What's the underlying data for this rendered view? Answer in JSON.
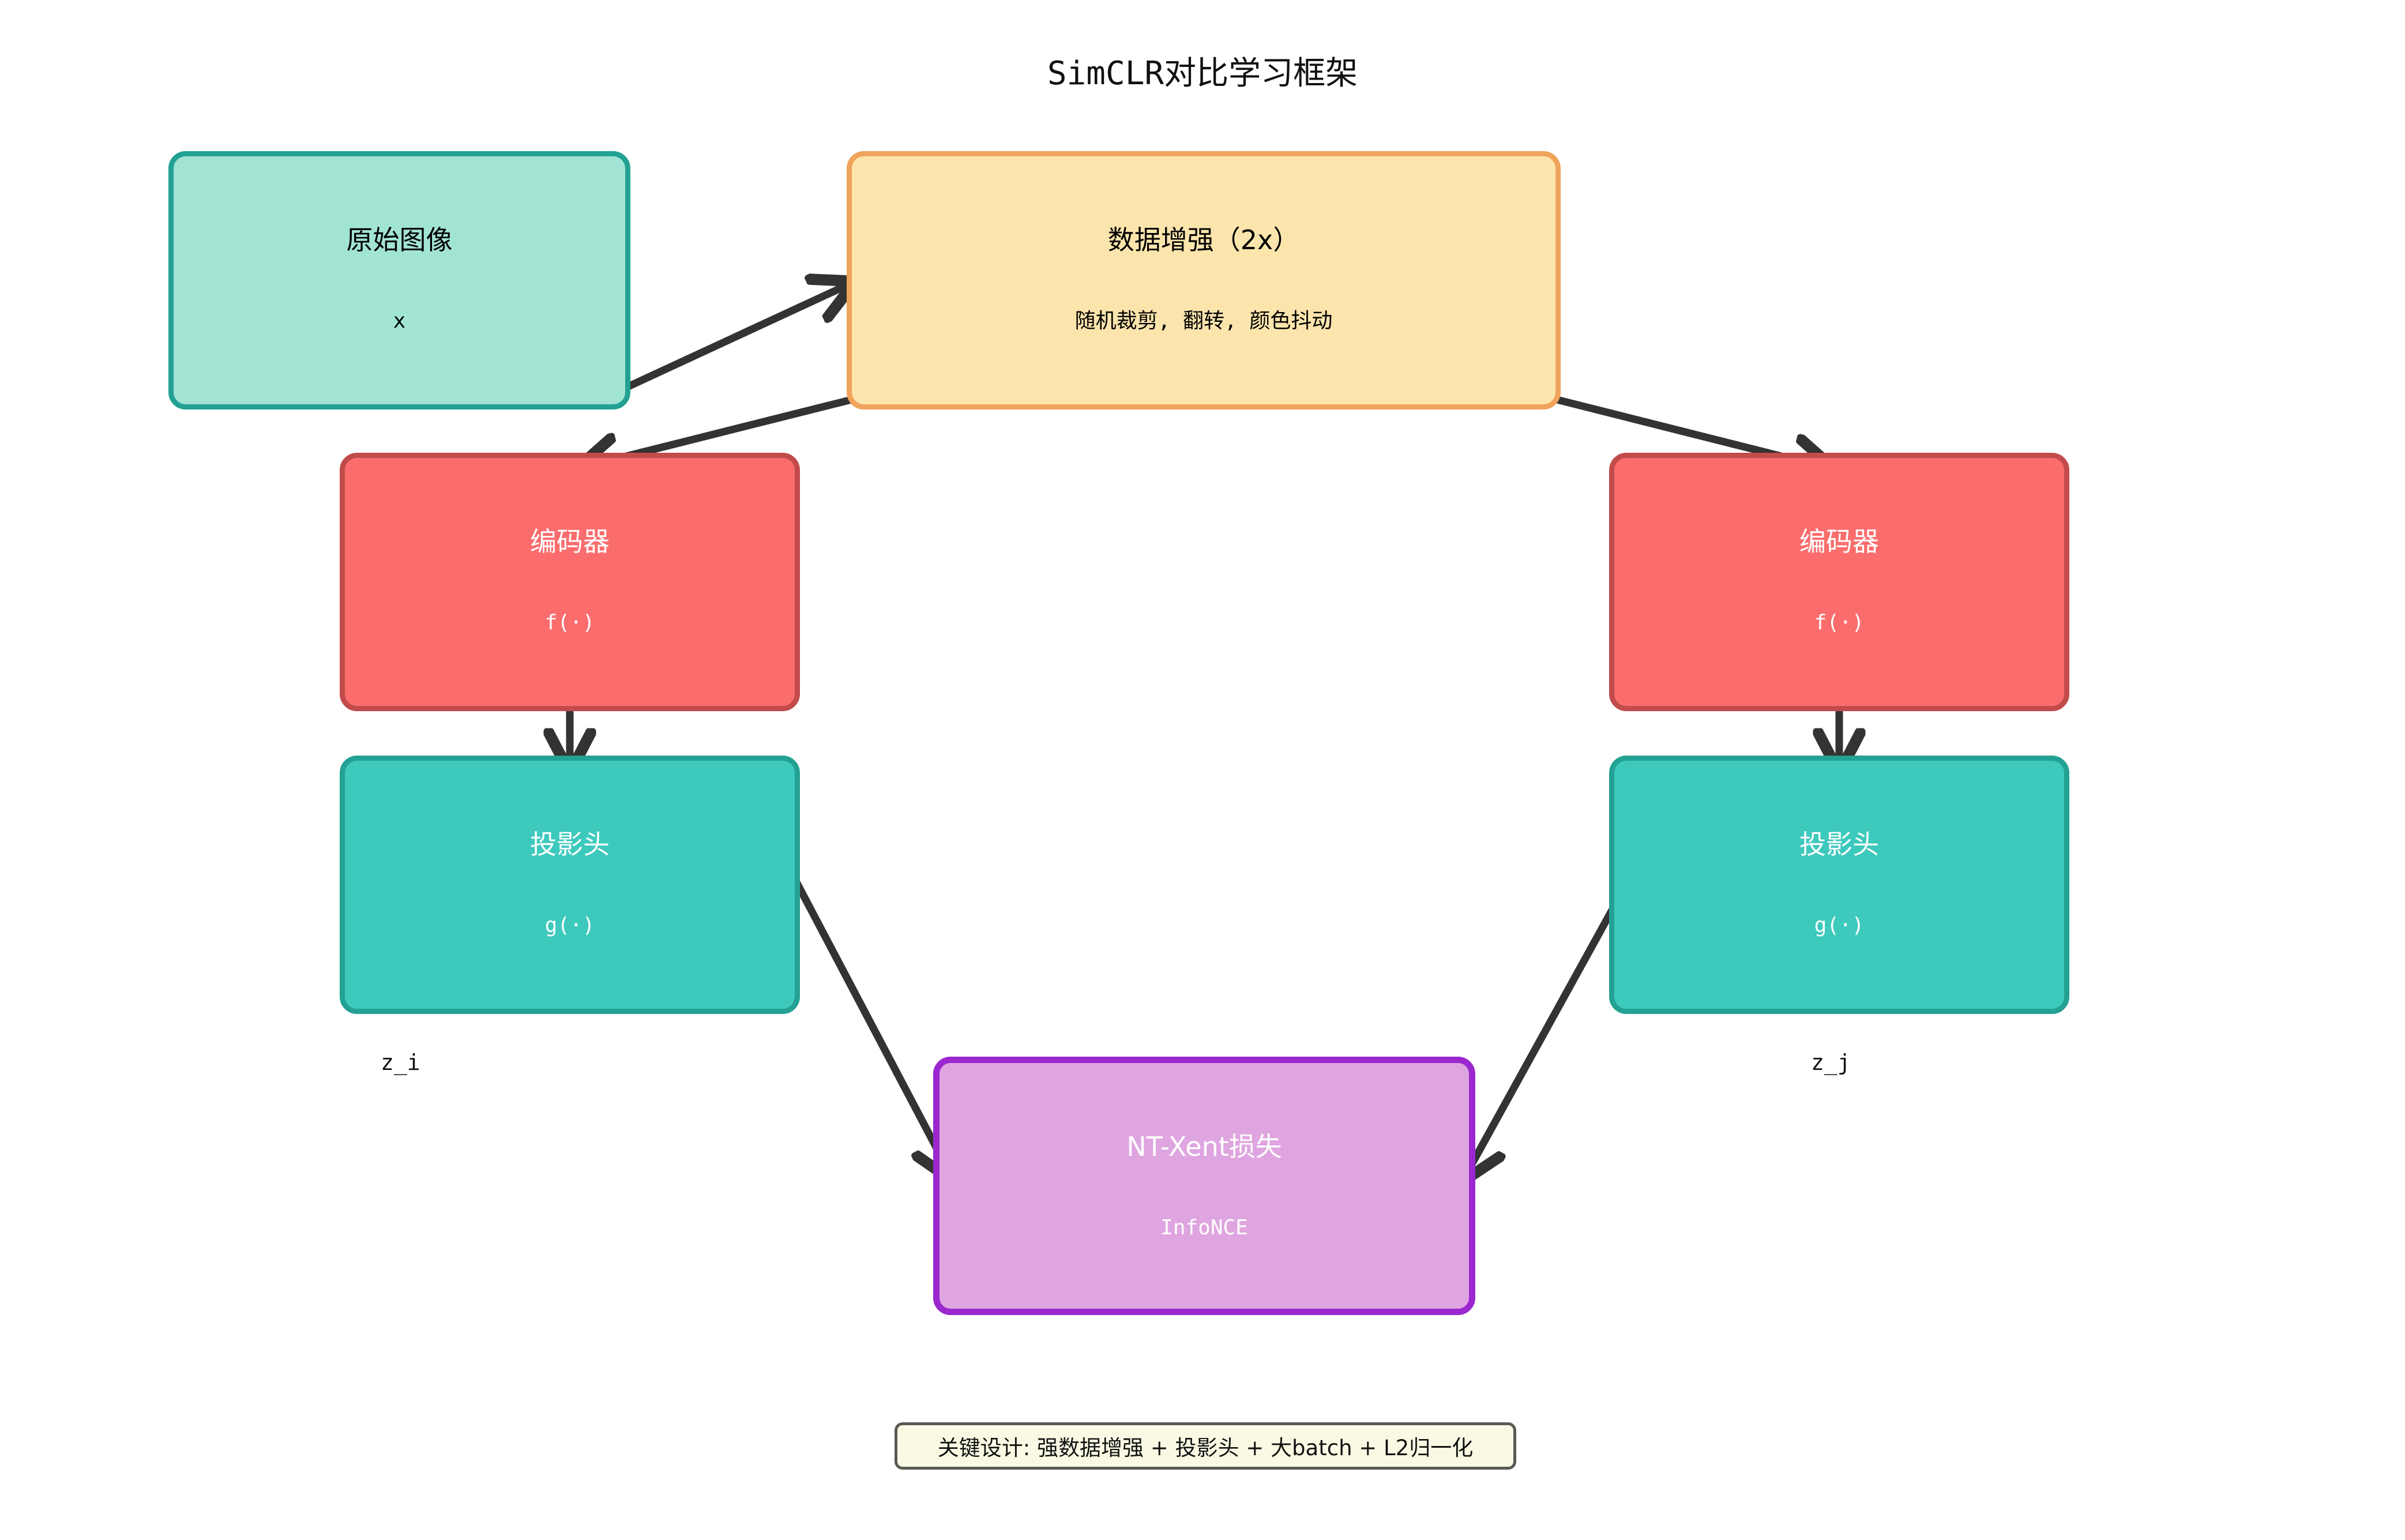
{
  "diagram": {
    "title": "SimCLR对比学习框架",
    "footer_note": "关键设计: 强数据增强 + 投影头 + 大batch + L2归一化",
    "nodes": {
      "original_image": {
        "title": "原始图像",
        "sub": "x",
        "fill": "#A2E4D4",
        "stroke": "#23A193"
      },
      "augmentation": {
        "title": "数据增强（2x）",
        "sub": "随机裁剪, 翻转, 颜色抖动",
        "fill": "#FCE5AC",
        "stroke": "#F0A35C"
      },
      "encoder_left": {
        "title": "编码器",
        "sub": "f(·)",
        "fill": "#FB6D6D",
        "stroke": "#C24B4B"
      },
      "encoder_right": {
        "title": "编码器",
        "sub": "f(·)",
        "fill": "#FB6D6D",
        "stroke": "#C24B4B"
      },
      "projection_left": {
        "title": "投影头",
        "sub": "g(·)",
        "fill": "#3EC9BD",
        "stroke": "#23A193"
      },
      "projection_right": {
        "title": "投影头",
        "sub": "g(·)",
        "fill": "#3EC9BD",
        "stroke": "#23A193"
      },
      "loss": {
        "title": "NT-Xent损失",
        "sub": "InfoNCE",
        "fill": "#DFA5E0",
        "stroke": "#9A28CE"
      }
    },
    "labels": {
      "z_i": "z_i",
      "z_j": "z_j"
    },
    "edges": [
      {
        "name": "original-to-augmentation",
        "from": "original_image",
        "to": "augmentation"
      },
      {
        "name": "augmentation-to-encoder-left",
        "from": "augmentation",
        "to": "encoder_left"
      },
      {
        "name": "augmentation-to-encoder-right",
        "from": "augmentation",
        "to": "encoder_right"
      },
      {
        "name": "encoder-left-to-projection-left",
        "from": "encoder_left",
        "to": "projection_left"
      },
      {
        "name": "encoder-right-to-projection-right",
        "from": "encoder_right",
        "to": "projection_right"
      },
      {
        "name": "projection-left-to-loss",
        "from": "projection_left",
        "to": "loss"
      },
      {
        "name": "projection-right-to-loss",
        "from": "projection_right",
        "to": "loss"
      }
    ],
    "arrow_color": "#333333"
  }
}
